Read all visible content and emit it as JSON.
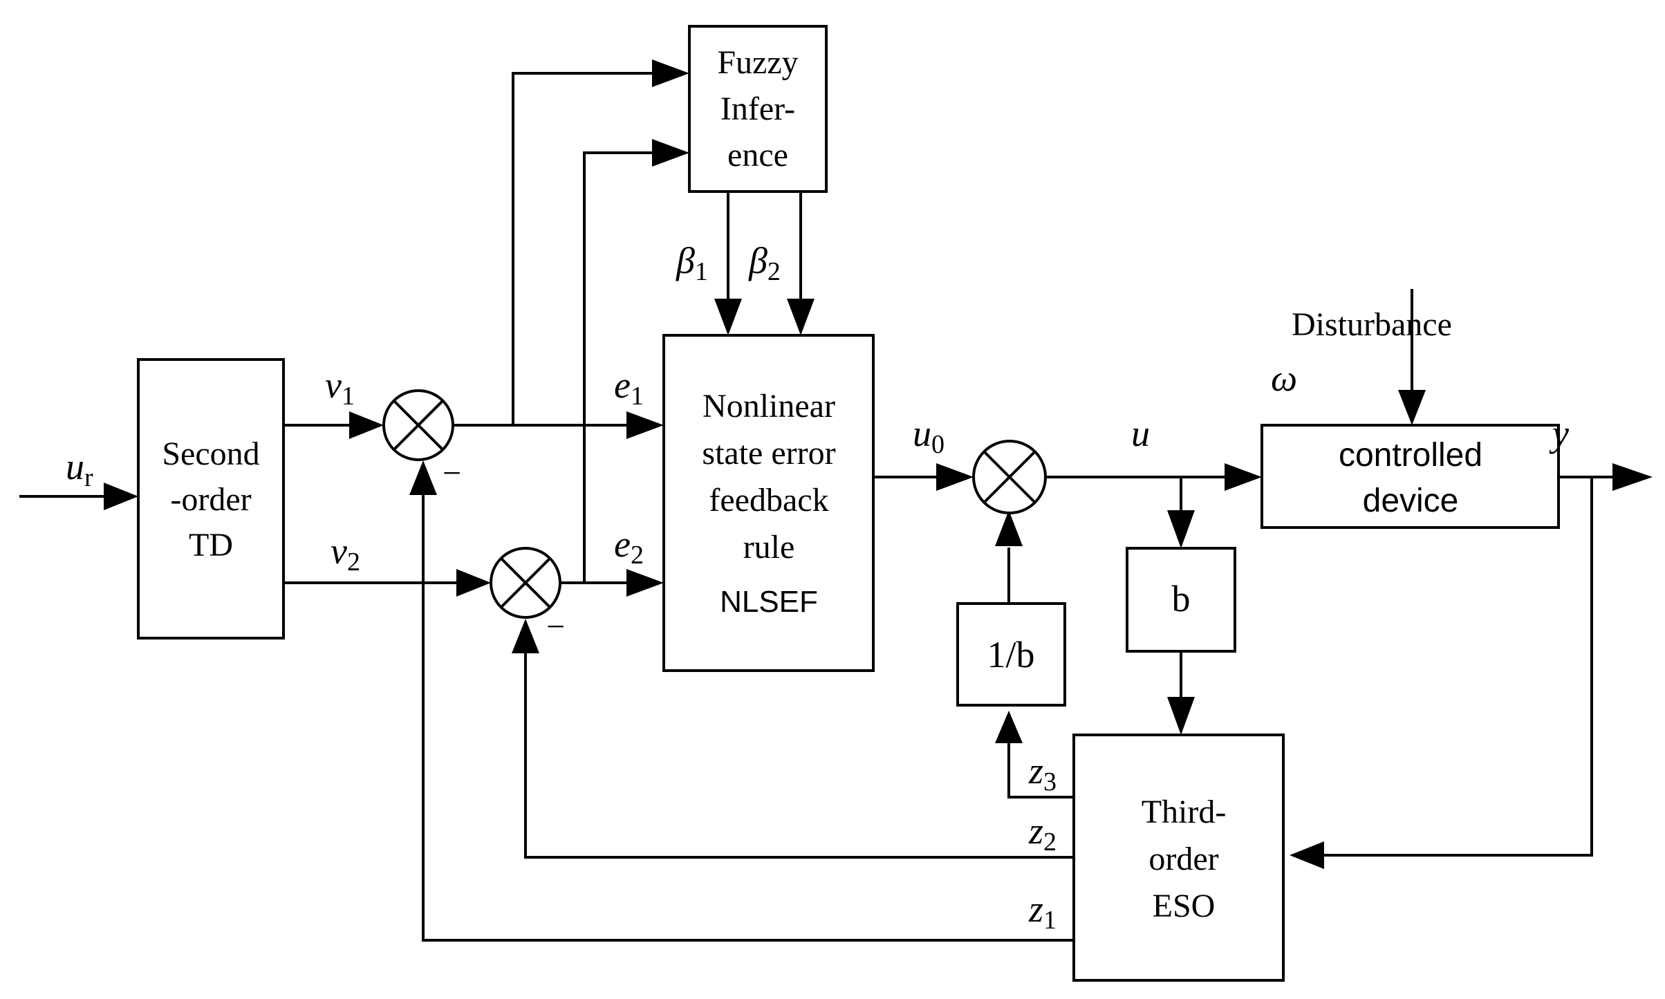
{
  "blocks": {
    "td": [
      "Second",
      "-order",
      "TD"
    ],
    "fuzzy": [
      "Fuzzy",
      "Infer-",
      "ence"
    ],
    "nlsef": [
      "Nonlinear",
      "state error",
      "feedback",
      "rule",
      "NLSEF"
    ],
    "plant": [
      "controlled",
      "device"
    ],
    "gain_b": "b",
    "gain_inv_b": "1/b",
    "eso": [
      "Third-",
      "order",
      "ESO"
    ]
  },
  "labels": {
    "disturbance": "Disturbance",
    "omega": "ω",
    "u_r": {
      "base": "u",
      "sub": "r"
    },
    "v1": {
      "base": "v",
      "sub": "1"
    },
    "v2": {
      "base": "v",
      "sub": "2"
    },
    "e1": {
      "base": "e",
      "sub": "1"
    },
    "e2": {
      "base": "e",
      "sub": "2"
    },
    "beta1": {
      "base": "β",
      "sub": "1"
    },
    "beta2": {
      "base": "β",
      "sub": "2"
    },
    "u0": {
      "base": "u",
      "sub": "0"
    },
    "u": "u",
    "y": "y",
    "z1": {
      "base": "z",
      "sub": "1"
    },
    "z2": {
      "base": "z",
      "sub": "2"
    },
    "z3": {
      "base": "z",
      "sub": "3"
    },
    "minus": "−"
  }
}
